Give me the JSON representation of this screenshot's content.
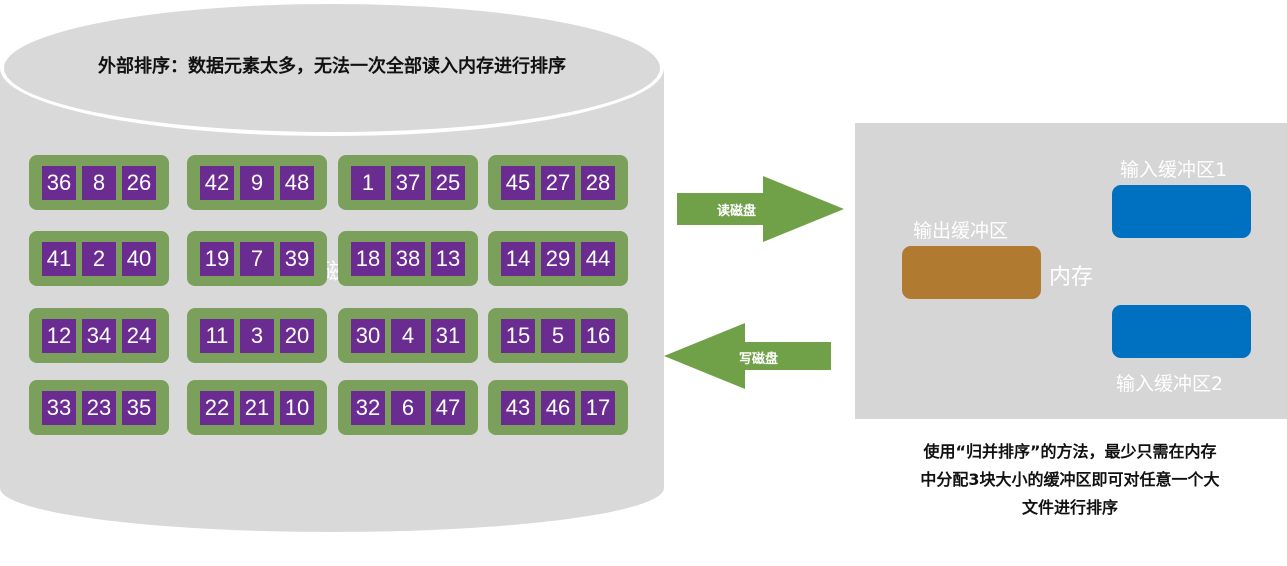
{
  "colors": {
    "disk": "#d9d9d9",
    "block": "#7ba05b",
    "cell": "#6b2c91",
    "arrow": "#70a048",
    "memory": "#d6d6d6",
    "output_buffer": "#b07a30",
    "input_buffer": "#0070c0"
  },
  "disk": {
    "title": "外部排序：数据元素太多，无法一次全部读入内存进行排序",
    "label": "磁盘",
    "blocks": [
      [
        "36",
        "8",
        "26"
      ],
      [
        "42",
        "9",
        "48"
      ],
      [
        "1",
        "37",
        "25"
      ],
      [
        "45",
        "27",
        "28"
      ],
      [
        "41",
        "2",
        "40"
      ],
      [
        "19",
        "7",
        "39"
      ],
      [
        "18",
        "38",
        "13"
      ],
      [
        "14",
        "29",
        "44"
      ],
      [
        "12",
        "34",
        "24"
      ],
      [
        "11",
        "3",
        "20"
      ],
      [
        "30",
        "4",
        "31"
      ],
      [
        "15",
        "5",
        "16"
      ],
      [
        "33",
        "23",
        "35"
      ],
      [
        "22",
        "21",
        "10"
      ],
      [
        "32",
        "6",
        "47"
      ],
      [
        "43",
        "46",
        "17"
      ]
    ]
  },
  "arrows": {
    "read": "读磁盘",
    "write": "写磁盘"
  },
  "memory": {
    "label": "内存",
    "output_buffer": "输出缓冲区",
    "input_buffer_1": "输入缓冲区1",
    "input_buffer_2": "输入缓冲区2"
  },
  "caption": {
    "line1": "使用“归并排序”的方法，最少只需在内存",
    "line2": "中分配3块大小的缓冲区即可对任意一个大",
    "line3": "文件进行排序"
  }
}
